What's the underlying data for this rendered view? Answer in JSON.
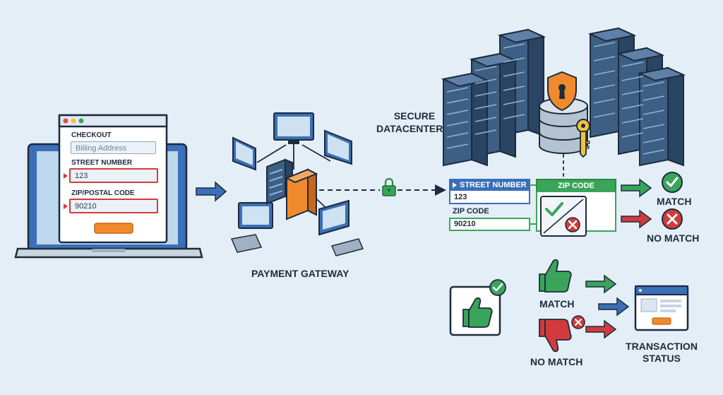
{
  "checkout": {
    "title": "CHECKOUT",
    "billing_placeholder": "Billing Address",
    "street_label": "STREET NUMBER",
    "street_value": "123",
    "zip_label": "ZIP/POSTAL CODE",
    "zip_value": "90210"
  },
  "gateway": {
    "label": "PAYMENT GATEWAY"
  },
  "datacenter": {
    "label_line1": "SECURE",
    "label_line2": "DATACENTER"
  },
  "comparison": {
    "street_header": "STREET NUMBER",
    "street_value": "123",
    "zip_header": "ZIP CODE",
    "zip_label": "ZIP CODE",
    "zip_value": "90210",
    "match_label": "MATCH",
    "no_match_label": "NO MATCH"
  },
  "result": {
    "match_label": "MATCH",
    "no_match_label": "NO MATCH",
    "status_line1": "TRANSACTION",
    "status_line2": "STATUS"
  },
  "colors": {
    "background": "#e3eef6",
    "navy": "#1c2b3e",
    "blue": "#3b6fb8",
    "green": "#3aa55a",
    "red": "#d23b3b",
    "orange": "#f08a2c",
    "server": "#3e5f84"
  }
}
